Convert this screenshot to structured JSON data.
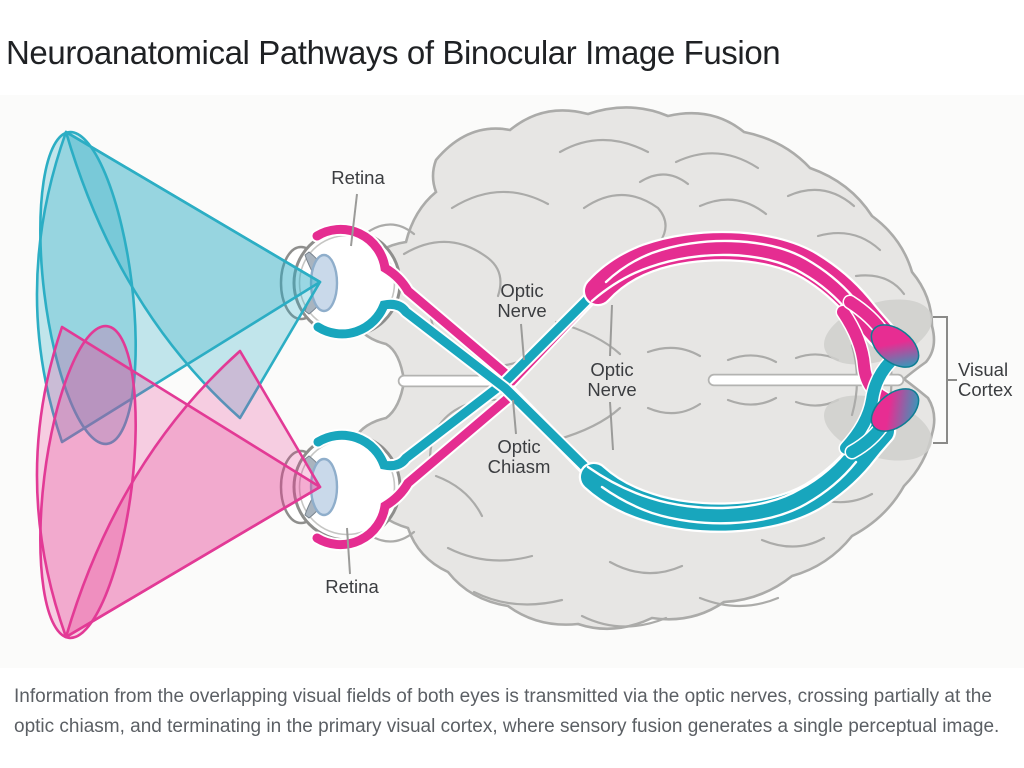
{
  "header": {
    "title": "Neuroanatomical Pathways of Binocular Image Fusion"
  },
  "figure": {
    "type": "anatomical-diagram",
    "subject": "binocular visual pathway, axial view of brain with both eyes",
    "labels": {
      "retina_top": "Retina",
      "retina_bottom": "Retina",
      "optic_nerve_left": "Optic Nerve",
      "optic_nerve_right": "Optic Nerve",
      "optic_chiasm": "Optic Chiasm",
      "visual_cortex": "Visual Cortex"
    },
    "colors": {
      "magenta": "#E52D91",
      "teal": "#18A6BD",
      "brain-fill": "#E7E6E4",
      "brain-line": "#ABABA9",
      "shade": "#CFCFCC",
      "label": "#3B3D40",
      "leader": "#9B9B99",
      "title": "#1F2124",
      "caption": "#5B5F64"
    }
  },
  "footer": {
    "caption": "Information from the overlapping visual fields of both eyes is transmitted via the optic nerves, crossing partially at the optic chiasm, and terminating in the primary visual cortex, where sensory fusion generates a single perceptual image."
  }
}
